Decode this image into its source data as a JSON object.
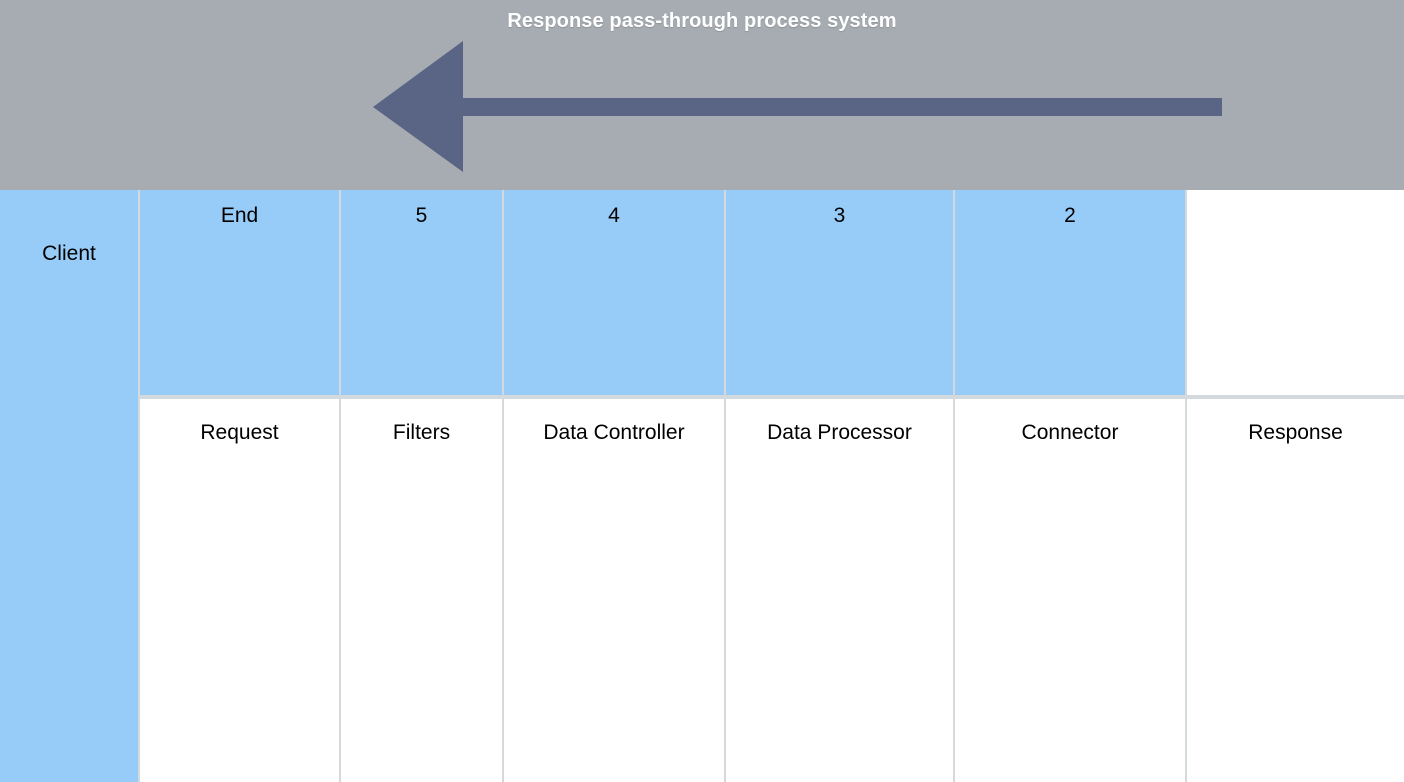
{
  "banner": {
    "title": "Response pass-through process system",
    "background_color": "#a6acb1",
    "arrow": {
      "name": "left-pointing-flow-arrow",
      "direction": "left",
      "color": "#5a6484"
    }
  },
  "table": {
    "header_color": "#98ccf8",
    "grid_line_color": "#d4d9de",
    "client_column": {
      "label": "Client"
    },
    "columns": [
      {
        "step": "End",
        "stage": "Request"
      },
      {
        "step": "5",
        "stage": "Filters"
      },
      {
        "step": "4",
        "stage": "Data Controller"
      },
      {
        "step": "3",
        "stage": "Data Processor"
      },
      {
        "step": "2",
        "stage": "Connector"
      },
      {
        "step": "",
        "stage": "Response"
      }
    ]
  }
}
